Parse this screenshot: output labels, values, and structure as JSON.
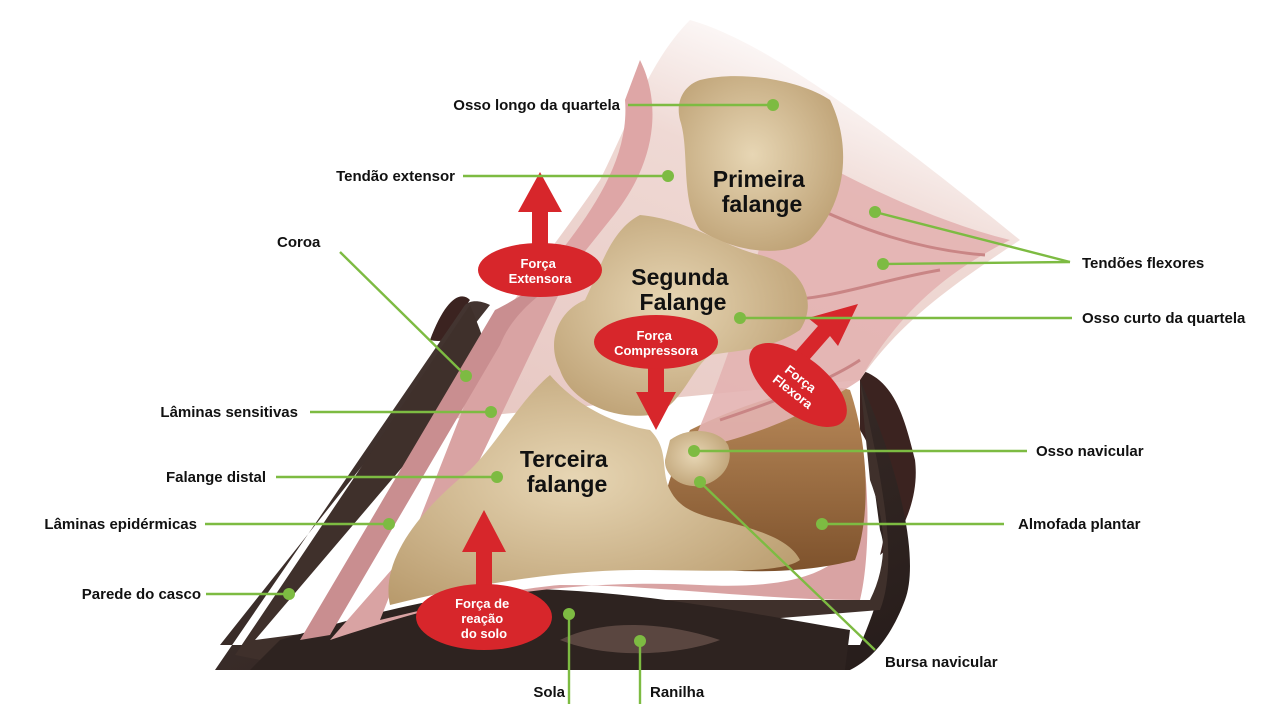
{
  "labels": {
    "osso_longo": "Osso longo da quartela",
    "tendao_extensor": "Tendão extensor",
    "coroa": "Coroa",
    "laminas_sensitivas": "Lâminas sensitivas",
    "falange_distal": "Falange distal",
    "laminas_epidermicas": "Lâminas epidérmicas",
    "parede_casco": "Parede do casco",
    "sola": "Sola",
    "ranilha": "Ranilha",
    "bursa_navicular": "Bursa navicular",
    "almofada_plantar": "Almofada plantar",
    "osso_navicular": "Osso navicular",
    "osso_curto": "Osso curto da quartela",
    "tendoes_flexores": "Tendões flexores"
  },
  "bones": {
    "primeira": [
      "Primeira",
      "falange"
    ],
    "segunda": [
      "Segunda",
      "Falange"
    ],
    "terceira": [
      "Terceira",
      "falange"
    ]
  },
  "forces": {
    "extensora": [
      "Força",
      "Extensora"
    ],
    "compressora": [
      "Força",
      "Compressora"
    ],
    "flexora": [
      "Força",
      "Flexora"
    ],
    "reacao": [
      "Força de",
      "reação",
      "do solo"
    ]
  },
  "colors": {
    "leader": "#7dbb42",
    "force": "#d7262b",
    "wall": "#3a2d29",
    "lamina": "#d9a3a3",
    "bone": "#c9b08a",
    "cushion": "#9a6a3c"
  }
}
